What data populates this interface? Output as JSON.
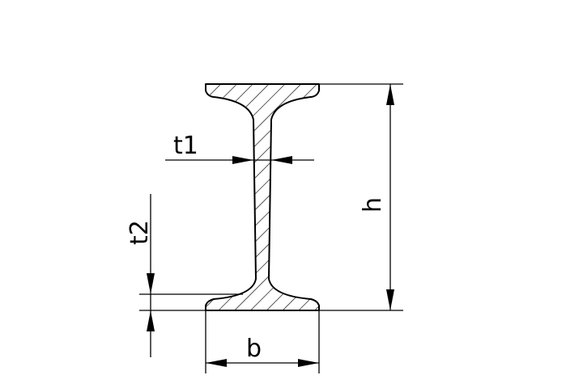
{
  "labels": {
    "web_thickness": "t1",
    "flange_thickness": "t2",
    "height": "h",
    "width": "b"
  }
}
